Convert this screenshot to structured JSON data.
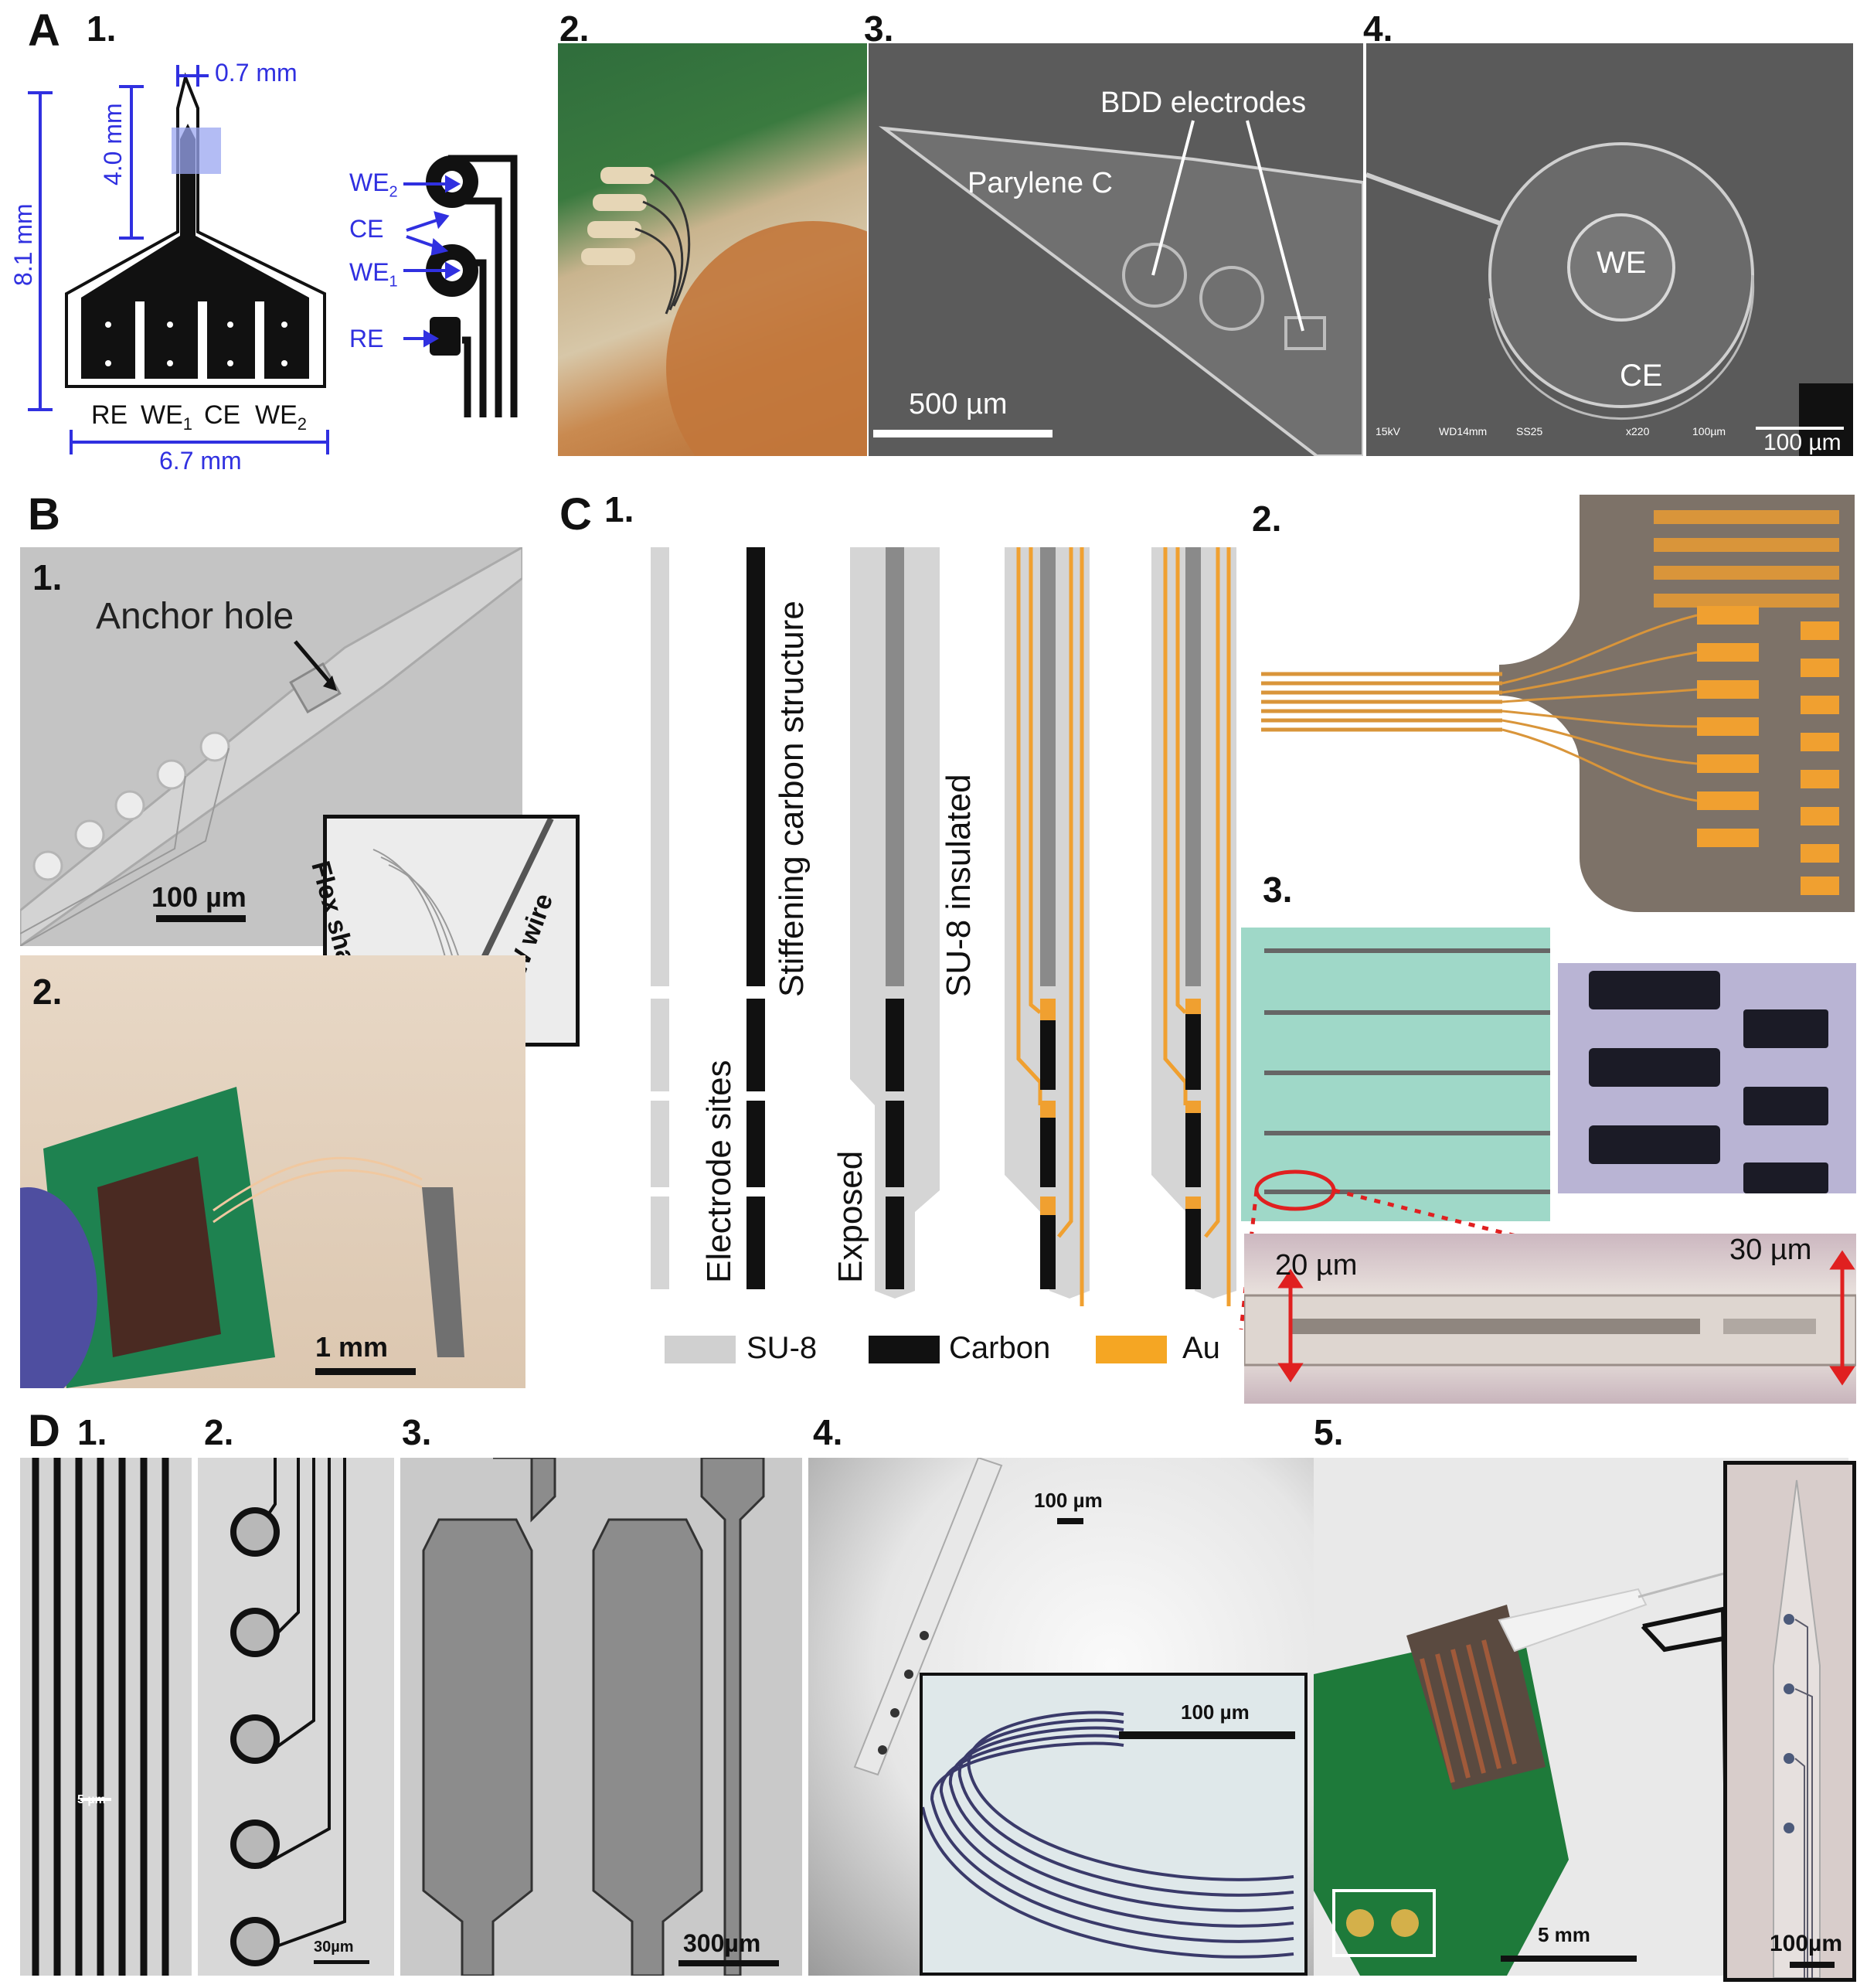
{
  "panels": {
    "A": {
      "letter": "A",
      "sub1": {
        "num": "1.",
        "dim_width_tip": "0.7 mm",
        "dim_shank_length": "4.0 mm",
        "dim_total_length": "8.1 mm",
        "dim_base_width": "6.7 mm",
        "pad_labels": [
          "RE",
          "WE",
          "CE",
          "WE"
        ],
        "pad_subscripts": [
          "",
          "1",
          "",
          "2"
        ],
        "zoom_labels": [
          {
            "text": "WE",
            "sub": "2"
          },
          {
            "text": "CE",
            "sub": ""
          },
          {
            "text": "WE",
            "sub": "1"
          },
          {
            "text": "RE",
            "sub": ""
          }
        ]
      },
      "sub2": {
        "num": "2."
      },
      "sub3": {
        "num": "3.",
        "label_bdd": "BDD electrodes",
        "label_parylene": "Parylene  C",
        "scale": "500 µm"
      },
      "sub4": {
        "num": "4.",
        "label_we": "WE",
        "label_ce": "CE",
        "scale": "100 µm",
        "sem_info": [
          "15kV",
          "WD14mm",
          "SS25",
          "x220",
          "100µm"
        ]
      }
    },
    "B": {
      "letter": "B",
      "sub1": {
        "num": "1.",
        "label_anchor": "Anchor hole",
        "scale": "100 µm",
        "inset_flex": "Flex shank",
        "inset_wire": "W wire"
      },
      "sub2": {
        "num": "2.",
        "scale": "1 mm"
      }
    },
    "C": {
      "letter": "C",
      "sub1": {
        "num": "1.",
        "label_stiffening": "Stiffening carbon structure",
        "label_electrode_sites": "Electrode sites",
        "label_su8_insulated": "SU-8 insulated",
        "label_exposed": "Exposed",
        "legend": [
          {
            "label": "SU-8",
            "color": "#d0d0d0"
          },
          {
            "label": "Carbon",
            "color": "#111111"
          },
          {
            "label": "Au",
            "color": "#f5a623"
          }
        ]
      },
      "sub2": {
        "num": "2."
      },
      "sub3": {
        "num": "3.",
        "dim_left": "20 µm",
        "dim_right": "30 µm"
      }
    },
    "D": {
      "letter": "D",
      "sub1": {
        "num": "1.",
        "scale": "5 µm"
      },
      "sub2": {
        "num": "2.",
        "scale": "30µm"
      },
      "sub3": {
        "num": "3.",
        "scale": "300µm"
      },
      "sub4": {
        "num": "4.",
        "scale_top": "100 µm",
        "scale_inset": "100 µm"
      },
      "sub5": {
        "num": "5.",
        "scale": "5 mm",
        "scale_inset": "100µm"
      }
    }
  },
  "colors": {
    "annotation_blue": "#3030e0",
    "gold": "#f0a030",
    "sem_gray": "#5e5e5e",
    "red_marker": "#e02020"
  }
}
